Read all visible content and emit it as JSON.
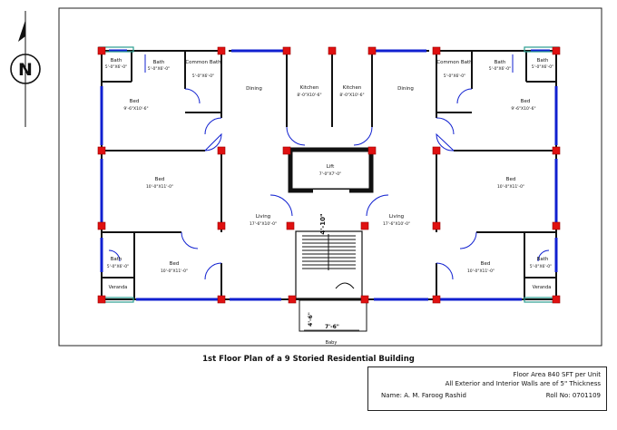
{
  "north": {
    "letter": "N"
  },
  "caption": "1st Floor Plan of a 9 Storied Residential Building",
  "title_block": {
    "floor_area": "Floor Area 840 SFT per Unit",
    "walls_note": "All Exterior and Interior Walls are of 5\" Thickness",
    "name": "Name: A. M. Faroog Rashid",
    "roll": "Roll No: 0701109"
  },
  "rooms": {
    "bath_l1": {
      "name": "Bath",
      "dim": "5'-0\"X6'-0\""
    },
    "bath_l2": {
      "name": "Bath",
      "dim": "5'-0\"X6'-0\""
    },
    "common_bath_l": {
      "name": "Common Bath",
      "dim": "5'-0\"X6'-0\""
    },
    "dining_l": {
      "name": "Dining",
      "dim": ""
    },
    "kitchen_l": {
      "name": "Kitchen",
      "dim": "8'-0\"X10'-6\""
    },
    "kitchen_r": {
      "name": "Kitchen",
      "dim": "8'-0\"X10'-6\""
    },
    "dining_r": {
      "name": "Dining",
      "dim": ""
    },
    "common_bath_r": {
      "name": "Common Bath",
      "dim": "5'-0\"X6'-0\""
    },
    "bath_r1": {
      "name": "Bath",
      "dim": "5'-0\"X6'-0\""
    },
    "bath_r2": {
      "name": "Bath",
      "dim": "5'-0\"X6'-0\""
    },
    "bed_l1": {
      "name": "Bed",
      "dim": "9'-6\"X10'-6\""
    },
    "bed_r1": {
      "name": "Bed",
      "dim": "9'-6\"X10'-6\""
    },
    "lift": {
      "name": "Lift",
      "dim": "7'-0\"X7'-0\""
    },
    "bed_l2": {
      "name": "Bed",
      "dim": "10'-0\"X11'-0\""
    },
    "bed_r2": {
      "name": "Bed",
      "dim": "10'-0\"X11'-0\""
    },
    "living_l": {
      "name": "Living",
      "dim": "17'-6\"X10'-0\""
    },
    "living_r": {
      "name": "Living",
      "dim": "17'-6\"X10'-0\""
    },
    "bath_l3": {
      "name": "Bath",
      "dim": "5'-0\"X6'-0\""
    },
    "bed_l3": {
      "name": "Bed",
      "dim": "10'-0\"X11'-0\""
    },
    "bed_r3": {
      "name": "Bed",
      "dim": "10'-0\"X11'-0\""
    },
    "bath_r3": {
      "name": "Bath",
      "dim": "5'-0\"X6'-0\""
    },
    "veranda_l": {
      "name": "Veranda",
      "dim": ""
    },
    "veranda_r": {
      "name": "Veranda",
      "dim": ""
    },
    "baby": {
      "name": "Baby",
      "dim": ""
    }
  },
  "dims": {
    "stair_vertical": "4'-10\"",
    "lobby": "4'-6\"",
    "stair_width": "7'-6\""
  },
  "colors": {
    "wall": "#111111",
    "window": "#1020d0",
    "column": "#e01010",
    "balcony": "#2a9d8f"
  }
}
